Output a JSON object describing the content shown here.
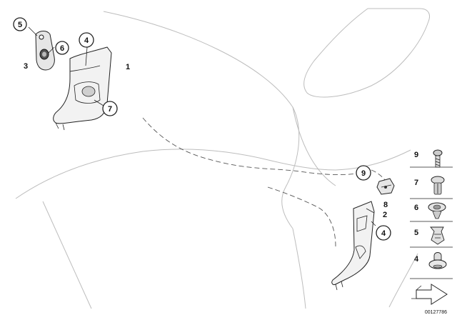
{
  "callouts": {
    "c5": "5",
    "c6": "6",
    "c3": "3",
    "c4a": "4",
    "c1": "1",
    "c7": "7",
    "c9": "9",
    "c8": "8",
    "c2": "2",
    "c4b": "4"
  },
  "legend": [
    {
      "num": "9",
      "icon": "screw-icon"
    },
    {
      "num": "7",
      "icon": "expanding-rivet-icon"
    },
    {
      "num": "6",
      "icon": "spreader-rivet-icon"
    },
    {
      "num": "5",
      "icon": "clip-nut-icon"
    },
    {
      "num": "4",
      "icon": "push-clip-icon"
    }
  ],
  "diagram_id": "00127786"
}
